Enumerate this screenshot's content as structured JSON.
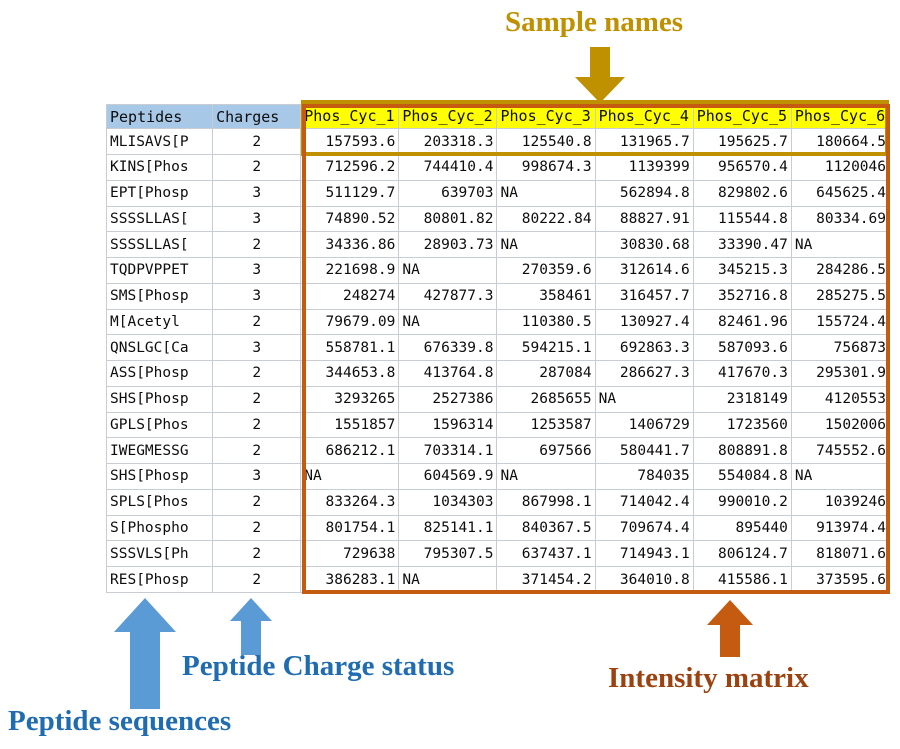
{
  "annotations": {
    "sample_names": "Sample names",
    "peptide_charge_status": "Peptide Charge status",
    "peptide_sequences": "Peptide sequences",
    "intensity_matrix": "Intensity matrix"
  },
  "colors": {
    "sample_names_accent": "#bf9000",
    "peptide_accent": "#1f6cb0",
    "intensity_accent": "#c55a11",
    "intensity_label": "#9c4211",
    "header_blue": "#a8c8e8",
    "header_yellow": "#ffff00",
    "grid_line": "#c8cdd3"
  },
  "table": {
    "headers": {
      "peptides": "Peptides",
      "charges": "Charges",
      "samples": [
        "Phos_Cyc_1",
        "Phos_Cyc_2",
        "Phos_Cyc_3",
        "Phos_Cyc_4",
        "Phos_Cyc_5",
        "Phos_Cyc_6"
      ]
    },
    "rows": [
      {
        "peptide": "MLISAVS[P",
        "charge": "2",
        "values": [
          "157593.6",
          "203318.3",
          "125540.8",
          "131965.7",
          "195625.7",
          "180664.5"
        ]
      },
      {
        "peptide": "KINS[Phos",
        "charge": "2",
        "values": [
          "712596.2",
          "744410.4",
          "998674.3",
          "1139399",
          "956570.4",
          "1120046"
        ]
      },
      {
        "peptide": "EPT[Phosp",
        "charge": "3",
        "values": [
          "511129.7",
          "639703",
          "NA",
          "562894.8",
          "829802.6",
          "645625.4"
        ]
      },
      {
        "peptide": "SSSSLLAS[",
        "charge": "3",
        "values": [
          "74890.52",
          "80801.82",
          "80222.84",
          "88827.91",
          "115544.8",
          "80334.69"
        ]
      },
      {
        "peptide": "SSSSLLAS[",
        "charge": "2",
        "values": [
          "34336.86",
          "28903.73",
          "NA",
          "30830.68",
          "33390.47",
          "NA"
        ]
      },
      {
        "peptide": "TQDPVPPET",
        "charge": "3",
        "values": [
          "221698.9",
          "NA",
          "270359.6",
          "312614.6",
          "345215.3",
          "284286.5"
        ]
      },
      {
        "peptide": "SMS[Phosp",
        "charge": "3",
        "values": [
          "248274",
          "427877.3",
          "358461",
          "316457.7",
          "352716.8",
          "285275.5"
        ]
      },
      {
        "peptide": "M[Acetyl",
        "charge": "2",
        "values": [
          "79679.09",
          "NA",
          "110380.5",
          "130927.4",
          "82461.96",
          "155724.4"
        ]
      },
      {
        "peptide": "QNSLGC[Ca",
        "charge": "3",
        "values": [
          "558781.1",
          "676339.8",
          "594215.1",
          "692863.3",
          "587093.6",
          "756873"
        ]
      },
      {
        "peptide": "ASS[Phosp",
        "charge": "2",
        "values": [
          "344653.8",
          "413764.8",
          "287084",
          "286627.3",
          "417670.3",
          "295301.9"
        ]
      },
      {
        "peptide": "SHS[Phosp",
        "charge": "2",
        "values": [
          "3293265",
          "2527386",
          "2685655",
          "NA",
          "2318149",
          "4120553"
        ]
      },
      {
        "peptide": "GPLS[Phos",
        "charge": "2",
        "values": [
          "1551857",
          "1596314",
          "1253587",
          "1406729",
          "1723560",
          "1502006"
        ]
      },
      {
        "peptide": "IWEGMESSG",
        "charge": "2",
        "values": [
          "686212.1",
          "703314.1",
          "697566",
          "580441.7",
          "808891.8",
          "745552.6"
        ]
      },
      {
        "peptide": "SHS[Phosp",
        "charge": "3",
        "values": [
          "NA",
          "604569.9",
          "NA",
          "784035",
          "554084.8",
          "NA"
        ]
      },
      {
        "peptide": "SPLS[Phos",
        "charge": "2",
        "values": [
          "833264.3",
          "1034303",
          "867998.1",
          "714042.4",
          "990010.2",
          "1039246"
        ]
      },
      {
        "peptide": "S[Phospho",
        "charge": "2",
        "values": [
          "801754.1",
          "825141.1",
          "840367.5",
          "709674.4",
          "895440",
          "913974.4"
        ]
      },
      {
        "peptide": "SSSVLS[Ph",
        "charge": "2",
        "values": [
          "729638",
          "795307.5",
          "637437.1",
          "714943.1",
          "806124.7",
          "818071.6"
        ]
      },
      {
        "peptide": "RES[Phosp",
        "charge": "2",
        "values": [
          "386283.1",
          "NA",
          "371454.2",
          "364010.8",
          "415586.1",
          "373595.6"
        ]
      }
    ]
  }
}
